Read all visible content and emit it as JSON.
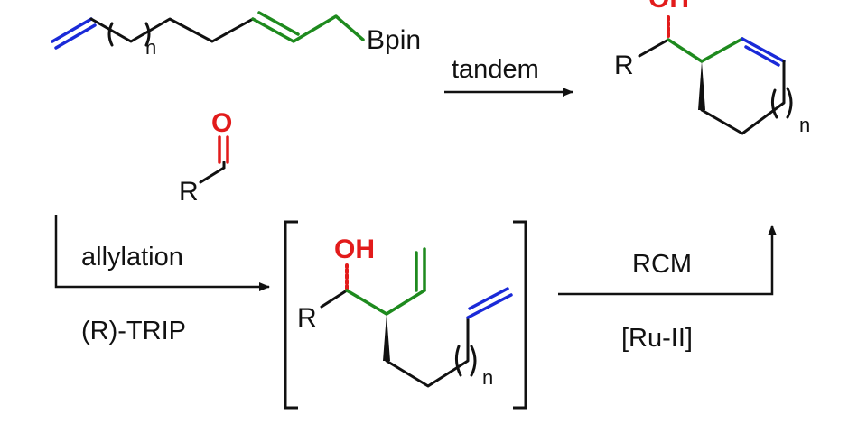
{
  "colors": {
    "bond": "#111111",
    "terminal_alkene": "#1a2ad8",
    "allyl_unit": "#1e8a1e",
    "oxygen": "#e21b1b"
  },
  "reagent": {
    "n_label": "n",
    "boron_label": "Bpin"
  },
  "aldehyde": {
    "oxygen_label": "O",
    "r_label": "R"
  },
  "intermediate": {
    "oh_label": "OH",
    "r_label": "R",
    "n_label": "n"
  },
  "product": {
    "oh_label": "OH",
    "r_label": "R",
    "n_label": "n"
  },
  "arrows": {
    "tandem": {
      "label": "tandem"
    },
    "allylation": {
      "label_top": "allylation",
      "label_bottom": "(R)-TRIP"
    },
    "rcm": {
      "label_top": "RCM",
      "label_bottom": "[Ru-II]"
    }
  }
}
